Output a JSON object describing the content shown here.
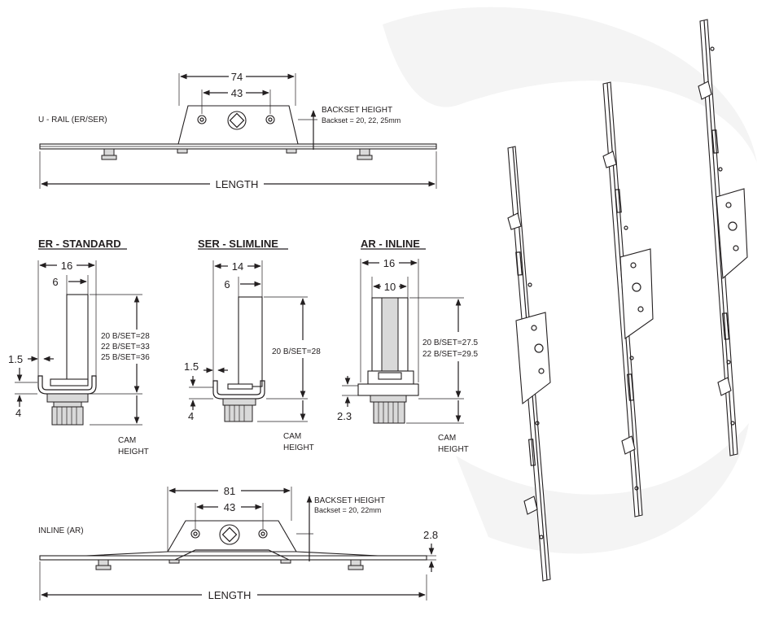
{
  "urail": {
    "title": "U - RAIL (ER/SER)",
    "dim_overall": "74",
    "dim_holes": "43",
    "backset_heading": "BACKSET HEIGHT",
    "backset_values": "Backset = 20, 22, 25mm",
    "length": "LENGTH"
  },
  "er_standard": {
    "title": "ER - STANDARD",
    "dim_width": "16",
    "dim_inner": "6",
    "heights": [
      "20 B/SET=28",
      "22 B/SET=33",
      "25 B/SET=36"
    ],
    "dim_side": "1.5",
    "dim_base": "4",
    "cam_height": [
      "CAM",
      "HEIGHT"
    ]
  },
  "ser_slimline": {
    "title": "SER - SLIMLINE",
    "dim_width": "14",
    "dim_inner": "6",
    "heights": [
      "20 B/SET=28"
    ],
    "dim_side": "1.5",
    "dim_base": "4",
    "cam_height": [
      "CAM",
      "HEIGHT"
    ]
  },
  "ar_inline": {
    "title": "AR - INLINE",
    "dim_width": "16",
    "dim_inner": "10",
    "heights": [
      "20 B/SET=27.5",
      "22 B/SET=29.5"
    ],
    "dim_base": "2.3",
    "cam_height": [
      "CAM",
      "HEIGHT"
    ]
  },
  "inline": {
    "title": "INLINE (AR)",
    "dim_overall": "81",
    "dim_holes": "43",
    "backset_heading": "BACKSET HEIGHT",
    "backset_values": "Backset = 20, 22mm",
    "dim_rail": "2.8",
    "length": "LENGTH"
  },
  "colors": {
    "line": "#231f20",
    "metal": "#d9d9d9",
    "background": "#ffffff"
  }
}
